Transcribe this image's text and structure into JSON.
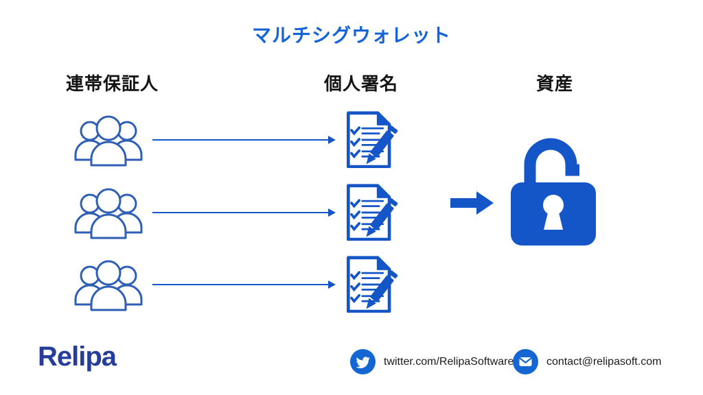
{
  "slide": {
    "title": "マルチシグウォレット",
    "columns": [
      {
        "id": "guarantor",
        "label": "連帯保証人"
      },
      {
        "id": "signature",
        "label": "個人署名"
      },
      {
        "id": "asset",
        "label": "資産"
      }
    ],
    "flows": [
      {
        "from": "people-group-icon",
        "via": "arrow-line",
        "to": "signed-document-icon"
      },
      {
        "from": "people-group-icon",
        "via": "arrow-line",
        "to": "signed-document-icon"
      },
      {
        "from": "people-group-icon",
        "via": "arrow-line",
        "to": "signed-document-icon"
      }
    ],
    "merge_icon": "right-arrow-icon",
    "asset_icon": "open-padlock-icon"
  },
  "footer": {
    "logo_text": "Relipa",
    "twitter": {
      "icon": "twitter-bird-icon",
      "text": "twitter.com/RelipaSoftware"
    },
    "email": {
      "icon": "envelope-icon",
      "text": "contact@relipasoft.com"
    }
  },
  "colors": {
    "title_blue": "#1563d9",
    "diagram_blue": "#1456c8",
    "outline_blue": "#2e5fb5",
    "social_blue": "#1467d2",
    "logo_navy": "#263e9b",
    "text_black": "#141414",
    "background": "#ffffff"
  }
}
